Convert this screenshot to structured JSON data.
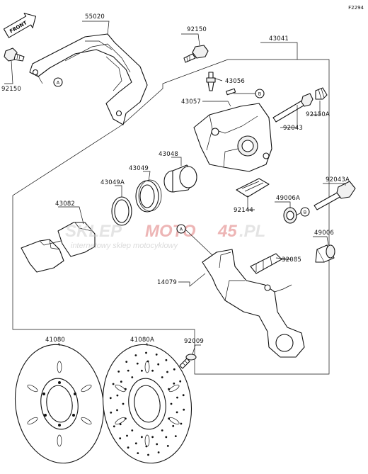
{
  "figure_code": "F2294",
  "front_badge": "FRONT",
  "parts": {
    "p55020": "55020",
    "p92150_top": "92150",
    "p92150_left": "92150",
    "p43041": "43041",
    "p43056": "43056",
    "p43057": "43057",
    "p92150A": "92150A",
    "p92043": "92043",
    "p43048": "43048",
    "p43049": "43049",
    "p43049A": "43049A",
    "p43082": "43082",
    "p92043A": "92043A",
    "p49006A": "49006A",
    "p92144": "92144",
    "p49006": "49006",
    "p32085": "32085",
    "p14079": "14079",
    "p41080": "41080",
    "p41080A": "41080A",
    "p92009": "92009"
  },
  "refs": {
    "a": "A",
    "b": "B"
  },
  "watermark": {
    "brand_a": "SKLEP",
    "brand_b": "MOTO",
    "brand_c": "45",
    "brand_d": ".PL",
    "tagline": "internetowy sklep motocyklowy"
  },
  "colors": {
    "line": "#111111",
    "watermark_gray": "#cfcfcf",
    "watermark_red": "#e07a7a"
  }
}
